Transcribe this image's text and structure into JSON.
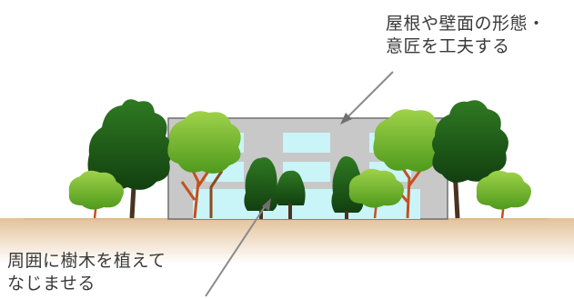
{
  "annotations": {
    "facade": {
      "line1": "屋根や壁面の形態・",
      "line2": "意匠を工夫する"
    },
    "trees": {
      "line1": "周囲に樹木を植えて",
      "line2": "なじませる"
    }
  },
  "colors": {
    "ground": "#e7c9a3",
    "building_wall": "#c8c8c8",
    "building_outline": "#6f6f6f",
    "window_glass": "#c9f4f8",
    "tree_dark": "#1f5a1a",
    "tree_light": "#7fbf2a",
    "trunk_dark": "#4a3320",
    "trunk_red": "#c4501f",
    "leader_line": "#8a8a8a",
    "text": "#3a3a3a"
  }
}
